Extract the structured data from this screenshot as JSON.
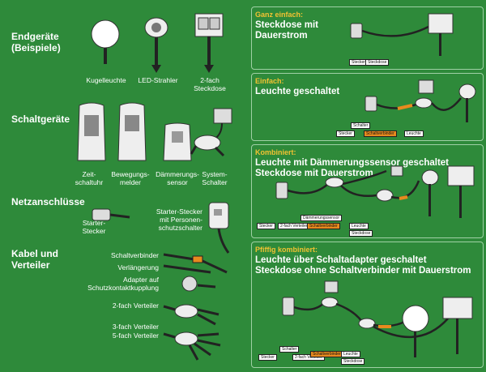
{
  "left": {
    "endgeraete": {
      "title": "Endgeräte\n(Beispiele)",
      "items": [
        "Kugelleuchte",
        "LED-Strahler",
        "2-fach\nSteckdose"
      ]
    },
    "schaltgeraete": {
      "title": "Schaltgeräte",
      "items": [
        "Zeit-\nschaltuhr",
        "Bewegungs-\nmelder",
        "Dämmerungs-\nsensor",
        "System-\nSchalter"
      ]
    },
    "netzanschluesse": {
      "title": "Netzanschlüsse",
      "items": [
        "Starter-\nStecker",
        "Starter-Stecker\nmit Personen-\nschutzschalter"
      ]
    },
    "kabel": {
      "title": "Kabel und\nVerteiler",
      "items": [
        "Schaltverbinder",
        "Verlängerung",
        "Adapter auf\nSchutzkontaktkupplung",
        "2-fach Verteiler",
        "3-fach Verteiler",
        "5-fach Verteiler"
      ]
    }
  },
  "panels": [
    {
      "kicker": "Ganz einfach:",
      "title": "Steckdose mit\nDauerstrom",
      "diagram": [
        "Stecker",
        "Steckdose"
      ]
    },
    {
      "kicker": "Einfach:",
      "title": "Leuchte geschaltet",
      "diagram": [
        "Schalter",
        "Stecker",
        "Schaltverbinder",
        "Leuchte"
      ]
    },
    {
      "kicker": "Kombiniert:",
      "title": "Leuchte mit Dämmerungssensor geschaltet\nSteckdose mit Dauerstrom",
      "diagram": [
        "Dämmerungssensor",
        "Stecker",
        "2-fach Verteiler",
        "Schaltverbinder",
        "Leuchte",
        "Steckdose"
      ]
    },
    {
      "kicker": "Pfiffig kombiniert:",
      "title": "Leuchte über Schaltadapter geschaltet\nSteckdose ohne Schaltverbinder mit Dauerstrom",
      "diagram": [
        "Schalter",
        "Stecker",
        "2-fach Verteiler",
        "Schaltverbinder",
        "Leuchte",
        "Steckdose"
      ]
    }
  ],
  "colors": {
    "background": "#2e8a3a",
    "accent": "#f2c232",
    "connector": "#e88a1e"
  }
}
